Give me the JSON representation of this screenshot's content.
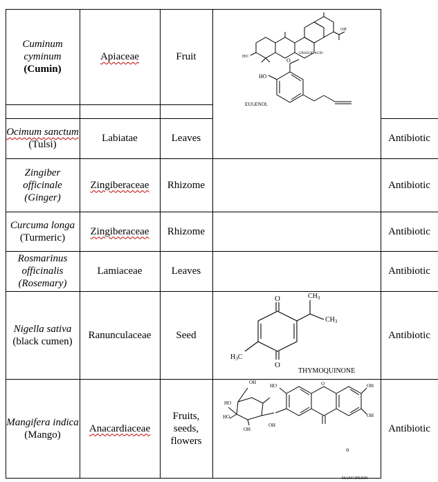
{
  "rows": [
    {
      "species": "Cuminum cyminum",
      "common": "(Cumin)",
      "family": "Apiaceae",
      "part": "Fruit",
      "compounds": [
        "URSOLIC ACID",
        "EUGENOL"
      ],
      "activity": ""
    },
    {
      "species": "Ocimum sanctum",
      "common": "(Tulsi)",
      "family": "Labiatae",
      "part": "Leaves",
      "activity": "Antibiotic"
    },
    {
      "species": "Zingiber officinale",
      "common": "(Ginger)",
      "family": "Zingiberaceae",
      "part": "Rhizome",
      "activity": "Antibiotic"
    },
    {
      "species": "Curcuma longa",
      "common": "(Turmeric)",
      "family": "Zingiberaceae",
      "part": "Rhizome",
      "activity": "Antibiotic"
    },
    {
      "species": "Rosmarinus officinalis",
      "common": "(Rosemary)",
      "family": "Lamiaceae",
      "part": "Leaves",
      "activity": "Antibiotic"
    },
    {
      "species": "Nigella sativa",
      "common": "(black cumen)",
      "family": "Ranunculaceae",
      "part": "Seed",
      "compound": "THYMOQUINONE",
      "activity": "Antibiotic"
    },
    {
      "species": "Mangifera indica",
      "common": "(Mango)",
      "family": "Anacardiaceae",
      "part": "Fruits, seeds, flowers",
      "compound": "MANGIFERIN",
      "activity": "Antibiotic"
    }
  ],
  "structure_labels": {
    "o": "O",
    "oh": "OH",
    "ho": "HO",
    "ch3": "CH",
    "h3c": "H",
    "sub3": "3",
    "c": "C",
    "small_o": "o"
  }
}
